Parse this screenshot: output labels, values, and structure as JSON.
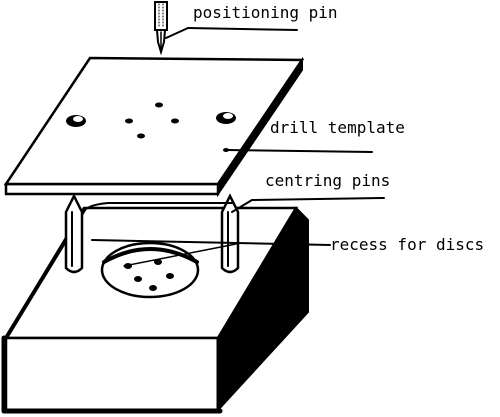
{
  "labels": {
    "positioning_pin": "positioning pin",
    "drill_template": "drill template",
    "centring_pins": "centring pins",
    "recess_for_discs": "recess for discs"
  },
  "colors": {
    "ink": "#000000",
    "paper": "#ffffff"
  }
}
